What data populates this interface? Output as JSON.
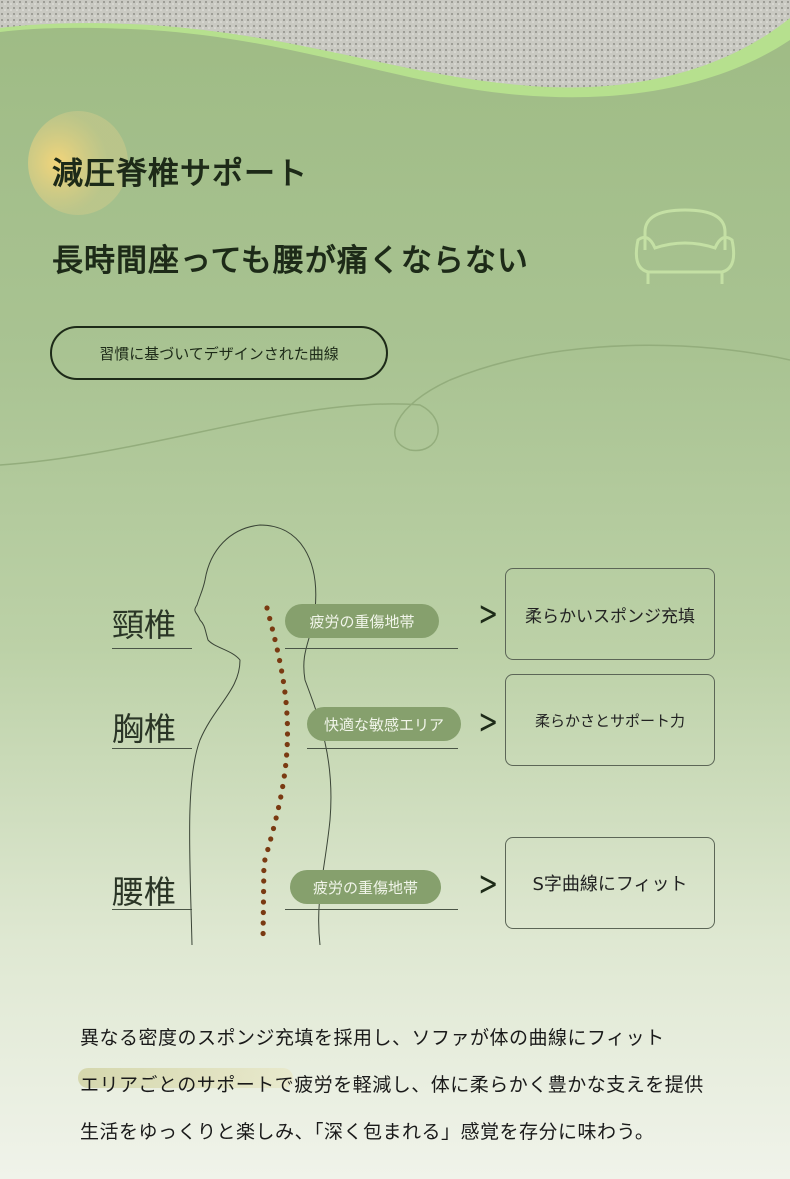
{
  "header": {
    "title": "減圧脊椎サポート",
    "subtitle": "長時間座っても腰が痛くならない",
    "pill": "習慣に基づいてデザインされた曲線"
  },
  "icons": [
    "sofa-icon",
    "chevron-right-icon"
  ],
  "spine": [
    {
      "label": "頸椎",
      "tag": "疲労の重傷地帯",
      "feature": "柔らかいスポンジ充填"
    },
    {
      "label": "胸椎",
      "tag": "快適な敏感エリア",
      "feature": "柔らかさとサポート力"
    },
    {
      "label": "腰椎",
      "tag": "疲労の重傷地帯",
      "feature": "S字曲線にフィット"
    }
  ],
  "description": [
    "異なる密度のスポンジ充填を採用し、ソファが体の曲線にフィット",
    "エリアごとのサポートで疲労を軽減し、体に柔らかく豊かな支えを提供",
    "生活をゆっくりと楽しみ、「深く包まれる」感覚を存分に味わう。"
  ],
  "colors": {
    "accent": "#86a06d",
    "dots": "#7a3a12"
  }
}
